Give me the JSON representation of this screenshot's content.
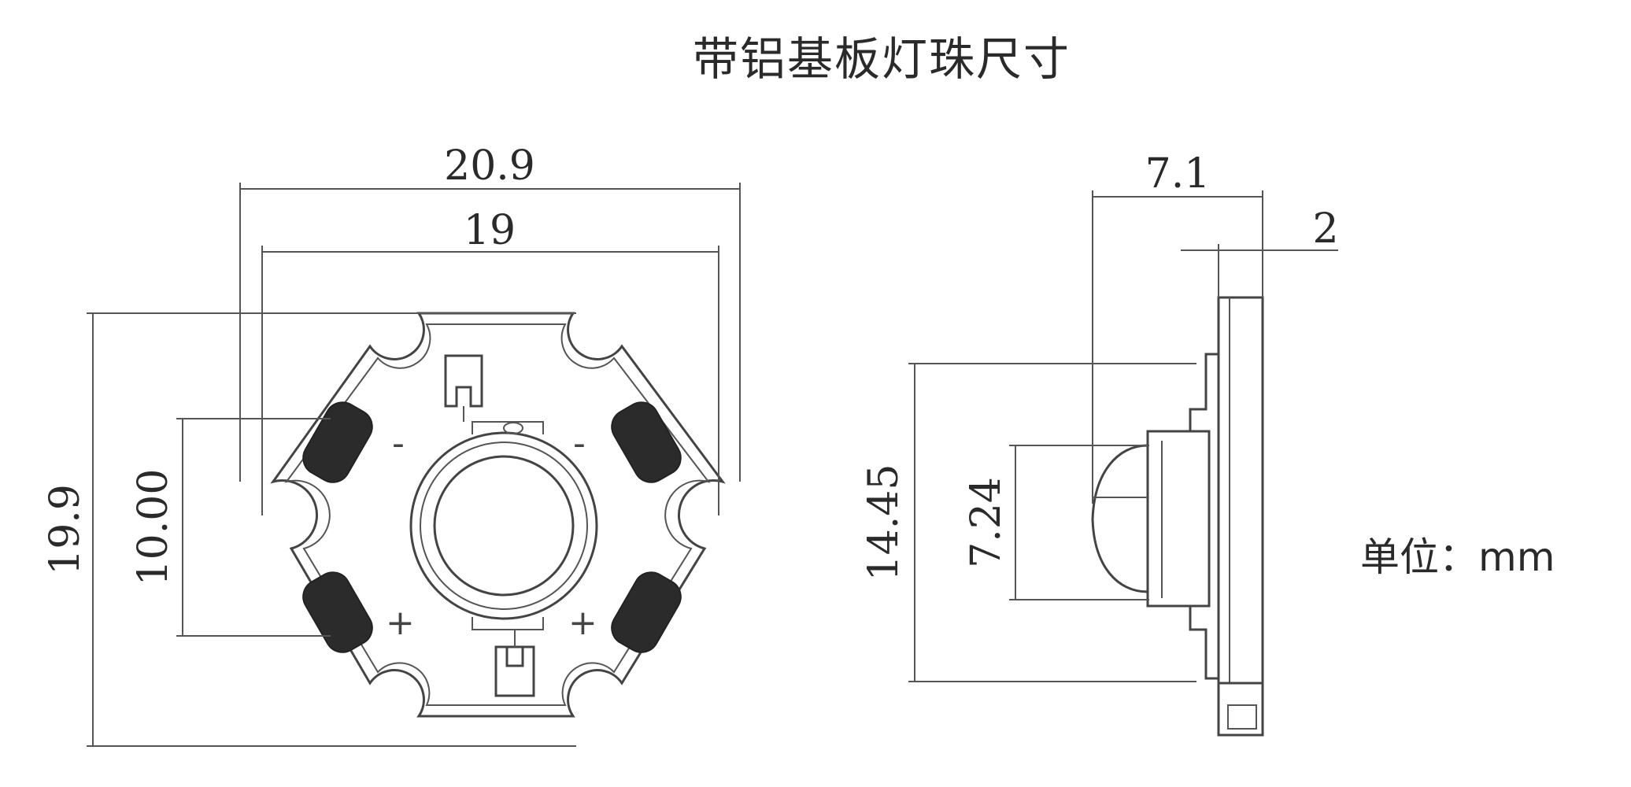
{
  "title": "带铝基板灯珠尺寸",
  "unit_label": "单位：mm",
  "front_view": {
    "dim_overall_width": "20.9",
    "dim_pad_width": "19",
    "dim_overall_height": "19.9",
    "dim_pad_spacing": "10.00",
    "polarity_minus": "-",
    "polarity_plus": "+"
  },
  "side_view": {
    "dim_depth": "7.1",
    "dim_board_thickness": "2",
    "dim_body_height": "14.45",
    "dim_lens_height": "7.24"
  },
  "colors": {
    "line": "#444444",
    "pad": "#2b2b2b",
    "text": "#2a2a2a"
  }
}
